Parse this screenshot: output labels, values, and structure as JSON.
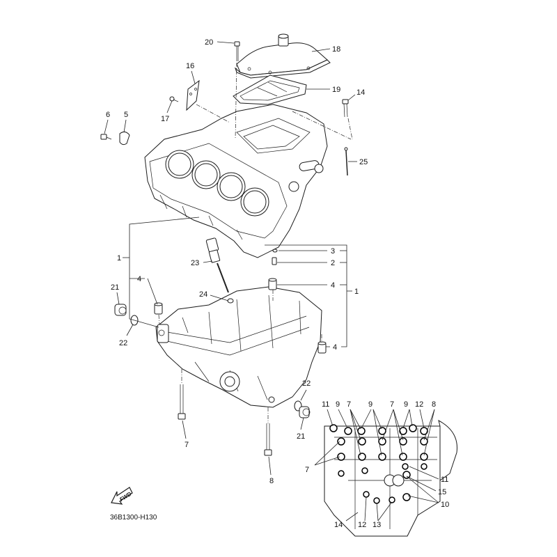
{
  "diagram": {
    "title": "Crankcase exploded parts diagram",
    "reference_code": "36B1300-H130",
    "fwd_indicator": "FWD",
    "callouts": {
      "c1a": "1",
      "c1b": "1",
      "c2": "2",
      "c3": "3",
      "c4a": "4",
      "c4b": "4",
      "c4c": "4",
      "c5": "5",
      "c6": "6",
      "c7a": "7",
      "c7b": "7",
      "c7c": "7",
      "c7d": "7",
      "c8a": "8",
      "c8b": "8",
      "c9a": "9",
      "c9b": "9",
      "c9c": "9",
      "c10": "10",
      "c11a": "11",
      "c11b": "11",
      "c12a": "12",
      "c12b": "12",
      "c13": "13",
      "c14a": "14",
      "c14b": "14",
      "c15": "15",
      "c16": "16",
      "c17": "17",
      "c18": "18",
      "c19": "19",
      "c20": "20",
      "c21a": "21",
      "c21b": "21",
      "c22a": "22",
      "c22b": "22",
      "c23": "23",
      "c24": "24",
      "c25": "25"
    }
  }
}
